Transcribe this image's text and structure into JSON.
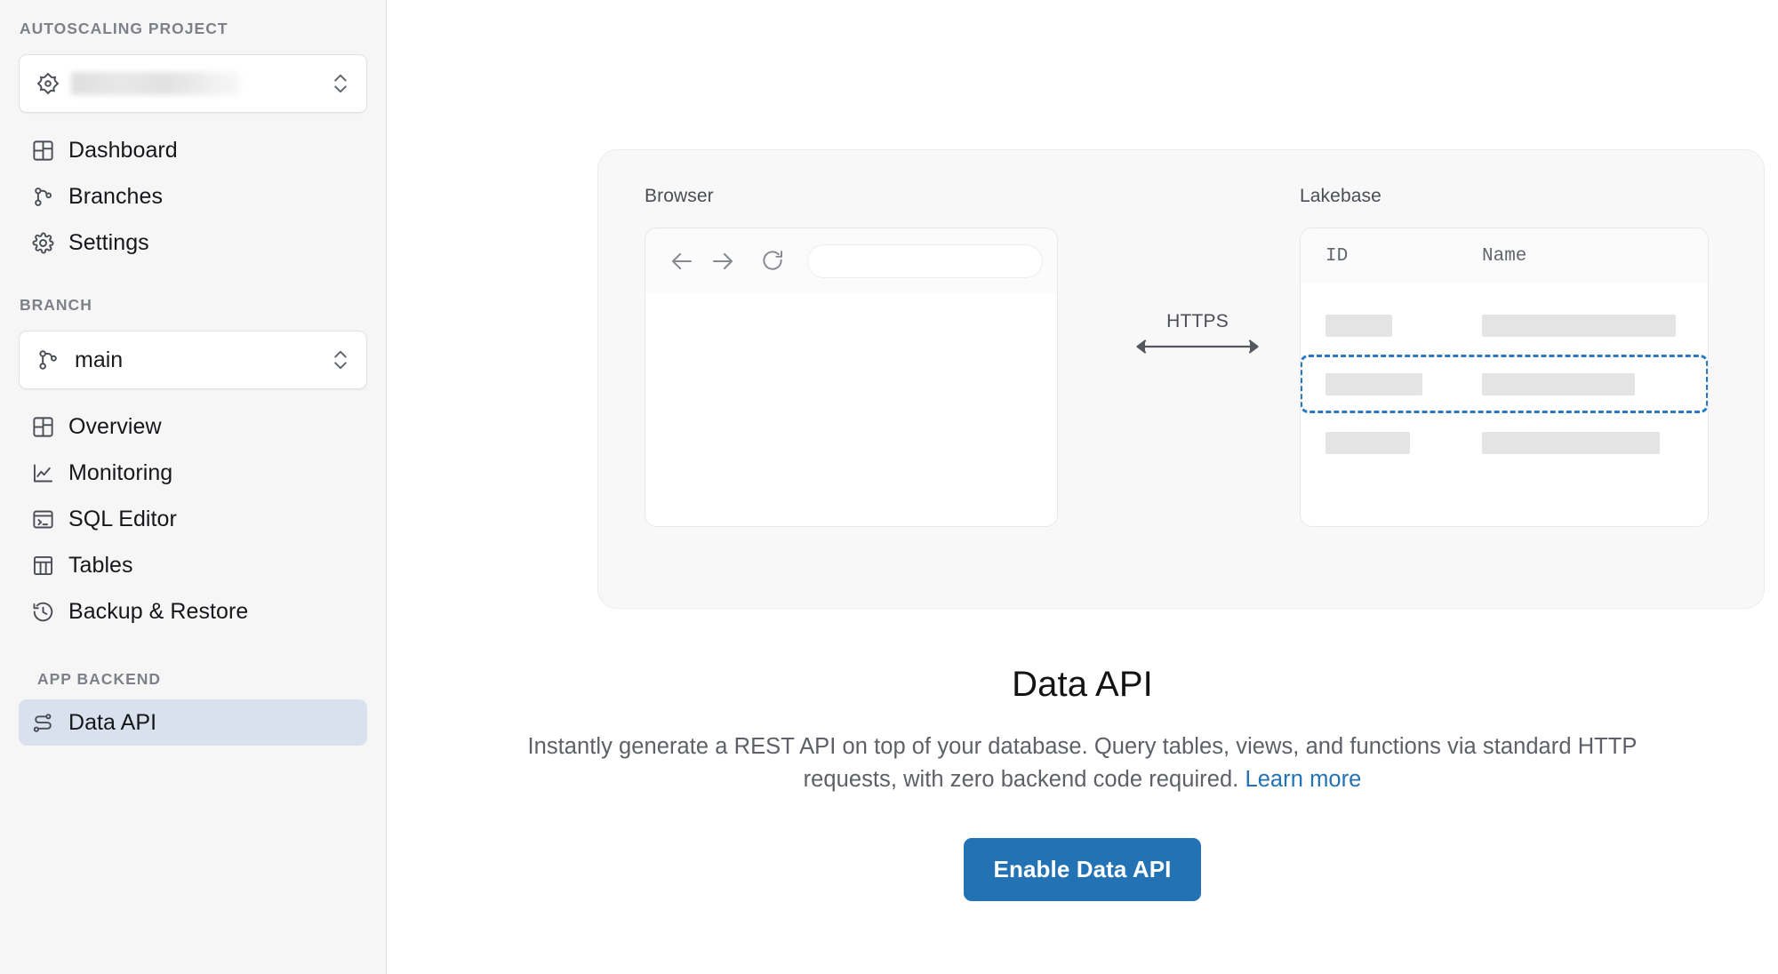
{
  "sidebar": {
    "project_section_label": "AUTOSCALING PROJECT",
    "project_selector": {
      "icon": "project-diamond-icon",
      "value": "",
      "redacted": true,
      "chevrons_icon": "chevrons-up-down-icon"
    },
    "project_nav": [
      {
        "icon": "dashboard-grid-icon",
        "label": "Dashboard"
      },
      {
        "icon": "branches-icon",
        "label": "Branches"
      },
      {
        "icon": "gear-icon",
        "label": "Settings"
      }
    ],
    "branch_section_label": "BRANCH",
    "branch_selector": {
      "icon": "branches-icon",
      "value": "main",
      "chevrons_icon": "chevrons-up-down-icon"
    },
    "branch_nav": [
      {
        "icon": "dashboard-grid-icon",
        "label": "Overview"
      },
      {
        "icon": "line-chart-icon",
        "label": "Monitoring"
      },
      {
        "icon": "terminal-icon",
        "label": "SQL Editor"
      },
      {
        "icon": "table-icon",
        "label": "Tables"
      },
      {
        "icon": "history-clock-icon",
        "label": "Backup & Restore"
      }
    ],
    "backend_section_label": "APP BACKEND",
    "backend_nav": [
      {
        "icon": "data-api-route-icon",
        "label": "Data API",
        "selected": true
      }
    ]
  },
  "illustration": {
    "browser": {
      "title": "Browser",
      "back_icon": "arrow-left-icon",
      "forward_icon": "arrow-right-icon",
      "reload_icon": "reload-icon",
      "url_value": "",
      "url_placeholder": ""
    },
    "connection": {
      "label": "HTTPS",
      "arrow_icon": "double-arrow-horizontal-icon"
    },
    "lakebase": {
      "title": "Lakebase",
      "columns": [
        "ID",
        "Name"
      ],
      "rows": [
        {
          "id_width": 75,
          "name_width": 218,
          "highlighted": false
        },
        {
          "id_width": 109,
          "name_width": 172,
          "highlighted": true
        },
        {
          "id_width": 95,
          "name_width": 200,
          "highlighted": false
        }
      ]
    }
  },
  "main": {
    "title": "Data API",
    "description": "Instantly generate a REST API on top of your database. Query tables, views, and functions via standard HTTP requests, with zero backend code required.",
    "learn_more_label": "Learn more",
    "cta_label": "Enable Data API"
  },
  "colors": {
    "accent_blue": "#2272b4",
    "selected_nav_bg": "#d9e1ee",
    "sidebar_bg": "#f6f6f7",
    "illustration_bg": "#f8f8f9",
    "placeholder_gray": "#e4e4e5",
    "muted_text": "#5d6066"
  }
}
